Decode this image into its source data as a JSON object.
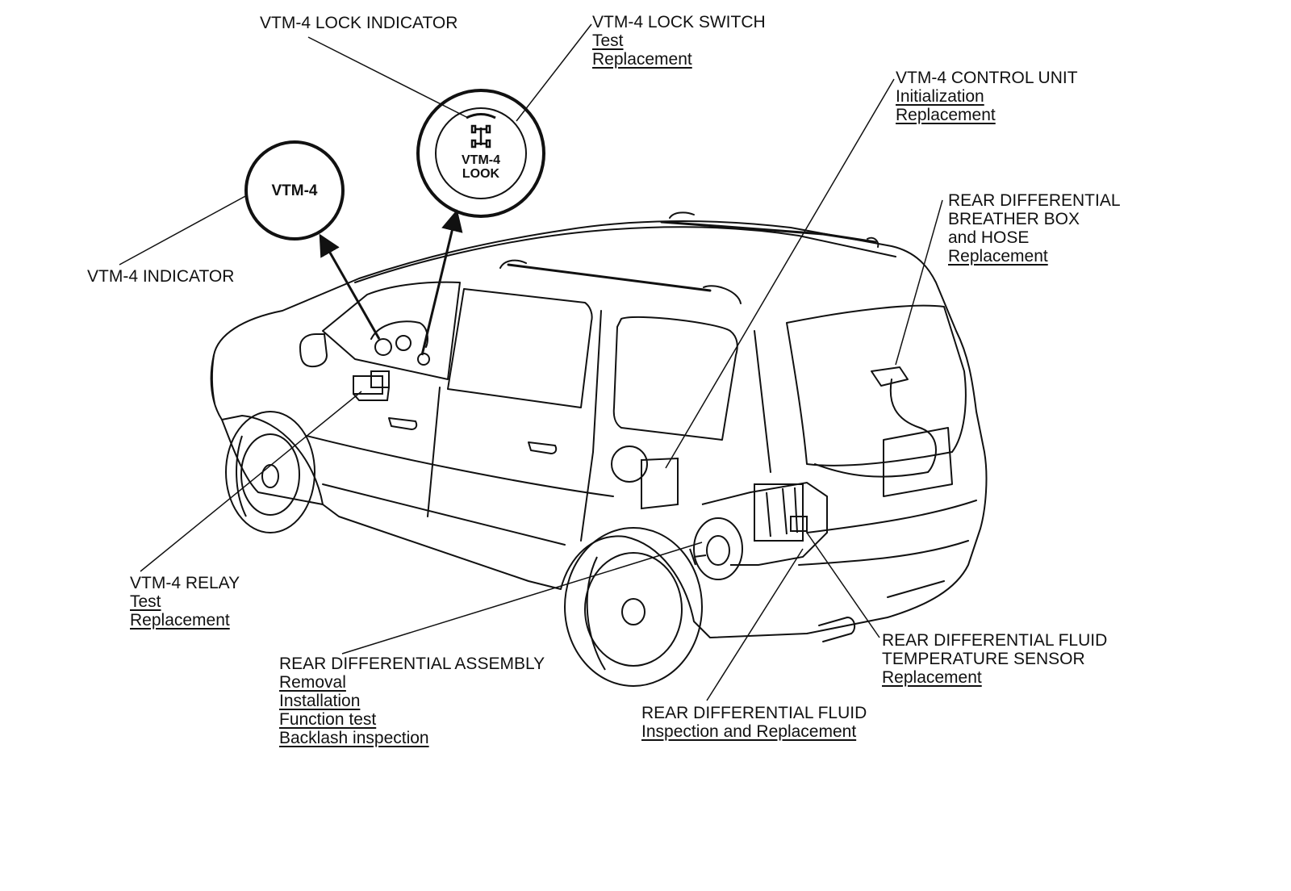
{
  "labels": {
    "lock_indicator": {
      "title": "VTM-4 LOCK INDICATOR",
      "links": []
    },
    "lock_switch": {
      "title": "VTM-4 LOCK SWITCH",
      "links": [
        "Test",
        "Replacement"
      ]
    },
    "indicator": {
      "title": "VTM-4 INDICATOR",
      "links": []
    },
    "control_unit": {
      "title": "VTM-4 CONTROL UNIT",
      "links": [
        "Initialization",
        "Replacement"
      ]
    },
    "breather": {
      "title_lines": [
        "REAR DIFFERENTIAL",
        "BREATHER BOX",
        "and HOSE"
      ],
      "links": [
        "Replacement"
      ]
    },
    "relay": {
      "title": "VTM-4 RELAY",
      "links": [
        "Test",
        "Replacement"
      ]
    },
    "diff_assembly": {
      "title": "REAR DIFFERENTIAL ASSEMBLY",
      "links": [
        "Removal",
        "Installation",
        "Function test",
        "Backlash inspection"
      ]
    },
    "fluid": {
      "title": "REAR DIFFERENTIAL FLUID",
      "links": [
        "Inspection and Replacement"
      ]
    },
    "temp_sensor": {
      "title_lines": [
        "REAR DIFFERENTIAL FLUID",
        "TEMPERATURE SENSOR"
      ],
      "links": [
        "Replacement"
      ]
    }
  },
  "insets": {
    "indicator_badge": "VTM-4",
    "switch_badge_lines": [
      "VTM-4",
      "LOOK"
    ]
  }
}
